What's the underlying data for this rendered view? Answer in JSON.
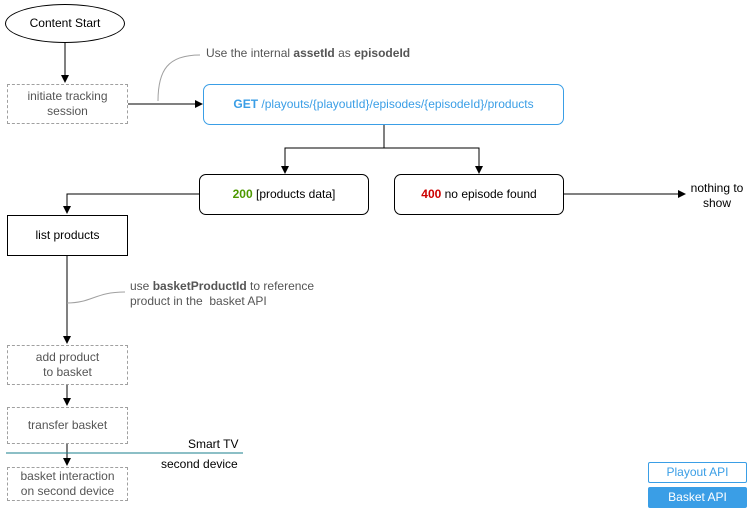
{
  "start": {
    "label": "Content Start"
  },
  "tracking": {
    "line1": "initiate tracking",
    "line2": "session"
  },
  "note_asset": {
    "prefix": "Use the internal ",
    "asset": "assetId",
    "mid": " as ",
    "episode": "episodeId"
  },
  "api_call": {
    "method": "GET",
    "path": " /playouts/{playoutId}/episodes/{episodeId}/products"
  },
  "ok": {
    "code": "200",
    "text": " [products data]"
  },
  "notfound": {
    "code": "400",
    "text": " no episode found"
  },
  "nothing": {
    "line1": "nothing to",
    "line2": "show"
  },
  "list": {
    "label": "list products"
  },
  "note_basket": {
    "prefix": "use ",
    "field": "basketProductId",
    "suffix": " to reference",
    "line2": "product in the  basket API"
  },
  "add": {
    "line1": "add product",
    "line2": "to basket"
  },
  "transfer": {
    "label": "transfer basket"
  },
  "divider": {
    "top": "Smart TV",
    "bottom": "second device"
  },
  "interaction": {
    "line1": "basket interaction",
    "line2": "on second device"
  },
  "legend": {
    "playout": "Playout API",
    "basket": "Basket API"
  },
  "colors": {
    "accent": "#3a9ee6",
    "success": "#4d9900",
    "error": "#cc0000",
    "note": "#555555",
    "dashed": "#a0a0a0"
  }
}
